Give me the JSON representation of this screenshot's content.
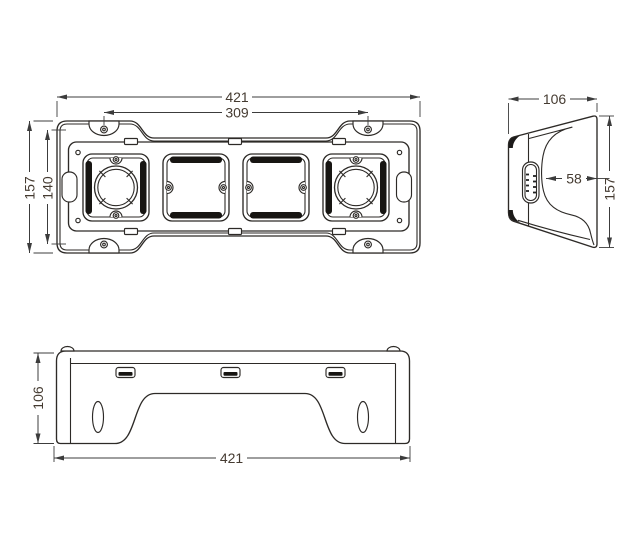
{
  "views": {
    "top": {
      "dims": {
        "width": "421",
        "screw_span": "309",
        "height": "157",
        "inner_height": "140"
      }
    },
    "side": {
      "dims": {
        "width": "106",
        "cavity_depth": "58",
        "height": "157"
      }
    },
    "front": {
      "dims": {
        "height": "106",
        "width": "421"
      }
    }
  },
  "colors": {
    "line": "#2d2a27",
    "dark_fill": "#171512",
    "dimension_text": "#453b31",
    "background": "#ffffff"
  }
}
